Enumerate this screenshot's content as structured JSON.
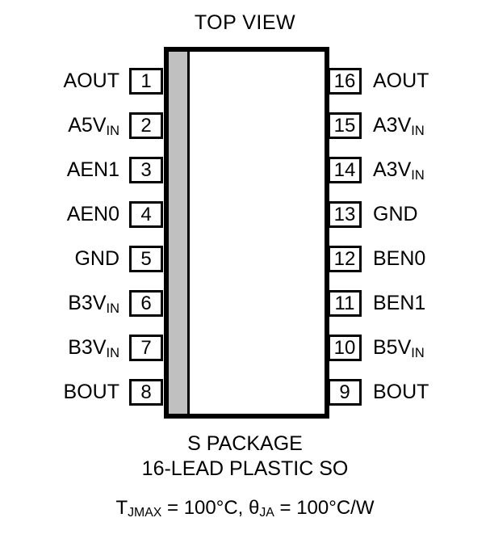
{
  "diagram": {
    "title": "TOP VIEW",
    "package_name": "S PACKAGE",
    "package_desc": "16-LEAD PLASTIC SO",
    "thermal_spec": "T<sub>JMAX</sub> = 100°C, θ<sub>JA</sub> = 100°C/W",
    "thermal_spec_plain": "TJMAX = 100°C, θJA = 100°C/W",
    "body_fill": "#ffffff",
    "body_stroke": "#000000",
    "stripe_color": "#c0c0c0",
    "pin_count": 16,
    "pins_left": [
      {
        "number": "1",
        "label": "AOUT",
        "label_html": "AOUT"
      },
      {
        "number": "2",
        "label": "A5VIN",
        "label_html": "A5V<sub>IN</sub>"
      },
      {
        "number": "3",
        "label": "AEN1",
        "label_html": "AEN1"
      },
      {
        "number": "4",
        "label": "AEN0",
        "label_html": "AEN0"
      },
      {
        "number": "5",
        "label": "GND",
        "label_html": "GND"
      },
      {
        "number": "6",
        "label": "B3VIN",
        "label_html": "B3V<sub>IN</sub>"
      },
      {
        "number": "7",
        "label": "B3VIN",
        "label_html": "B3V<sub>IN</sub>"
      },
      {
        "number": "8",
        "label": "BOUT",
        "label_html": "BOUT"
      }
    ],
    "pins_right": [
      {
        "number": "16",
        "label": "AOUT",
        "label_html": "AOUT"
      },
      {
        "number": "15",
        "label": "A3VIN",
        "label_html": "A3V<sub>IN</sub>"
      },
      {
        "number": "14",
        "label": "A3VIN",
        "label_html": "A3V<sub>IN</sub>"
      },
      {
        "number": "13",
        "label": "GND",
        "label_html": "GND"
      },
      {
        "number": "12",
        "label": "BEN0",
        "label_html": "BEN0"
      },
      {
        "number": "11",
        "label": "BEN1",
        "label_html": "BEN1"
      },
      {
        "number": "10",
        "label": "B5VIN",
        "label_html": "B5V<sub>IN</sub>"
      },
      {
        "number": "9",
        "label": "BOUT",
        "label_html": "BOUT"
      }
    ]
  }
}
